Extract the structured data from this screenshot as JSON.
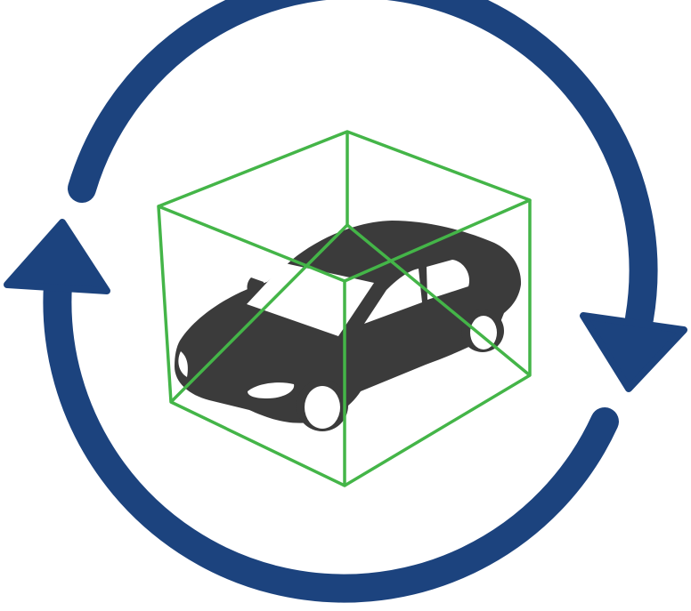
{
  "icon": {
    "name": "car-3d-bounding-box-rotation-icon",
    "parts": [
      "refresh-arrows",
      "bounding-box",
      "car"
    ]
  },
  "colors": {
    "background": "#ffffff",
    "arrows": "#1c437e",
    "bounding_box": "#44b548",
    "car_body": "#3b3b3b",
    "car_glass": "#ffffff",
    "wheel_rim": "#ffffff"
  }
}
